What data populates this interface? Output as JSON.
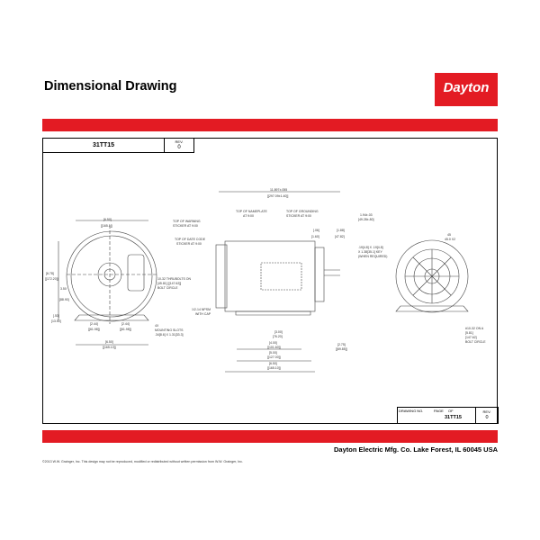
{
  "header": {
    "title": "Dimensional Drawing",
    "logo": "Dayton"
  },
  "title_block": {
    "model": "31TT15",
    "rev_label": "REV.",
    "rev_value": "0"
  },
  "bottom_block": {
    "drawing_no_label": "DRAWING NO.",
    "page_label": "PAGE",
    "of_label": "OF",
    "model": "31TT15",
    "rev_label": "REV.",
    "rev_value": "0"
  },
  "footer": {
    "company": "Dayton Electric Mfg. Co.  Lake Forest, IL  60045  USA",
    "copyright": "©2013 W.W. Grainger, Inc.   This design may not be reproduced, modified or redistributed without written permission from W.W. Grainger, Inc."
  },
  "drawing": {
    "front": {
      "width": "[6.50]",
      "width_mm": "[[165.1]]",
      "height": "[6.78]",
      "height_mm": "[[172.20]]",
      "shaft": "3.50",
      "shaft_mm": "[88.90]",
      "base": "[.53]",
      "base_mm": "[13.50]",
      "half1": "[2.44]",
      "half1_mm": "[[61.98]]",
      "half2": "[2.44]",
      "half2_mm": "[[61.98]]",
      "foot": "[6.50]",
      "foot_mm": "[[165.10]]",
      "bolt_note1": "10-32 THRUBOLTS ON",
      "bolt_note2": "[45.81] [[147.62]]",
      "bolt_note3": "BOLT CIRCLE",
      "slot1": "4X",
      "slot2": "MOUNTING SLOTS",
      "slot3": ".34[8.6] X 1.31[33.3]"
    },
    "side": {
      "length": "11.897±.055",
      "length_mm": "[[297.09±1.40]]",
      "nameplate1": "TOP OF NAMEPLATE",
      "nameplate2": "AT 9:00",
      "ground1": "TOP OF GROUNDING",
      "ground2": "STICKER AT 9:00",
      "warn1": "TOP OF WARNING",
      "warn2": "STICKER AT 9:00",
      "date1": "TOP OF DATE CODE",
      "date2": "STICKER AT 9:00",
      "d1": "[.06]",
      "d1_mm": "[1.60]",
      "d2": "[1.88]",
      "d2_mm": "[47.82]",
      "shaft_len": "1.94±.03",
      "shaft_len_mm": "[49.28±.80]",
      "key1": ".19[4.8] X .19[4.8]",
      "key2": "X 1.38[35.1] KEY",
      "key3": "(WHEN REQUIRED)",
      "npt1": "1/2-14 NPSM",
      "npt2": "WITH CAP",
      "dim3": "[3.00]",
      "dim3_mm": "[76.20]",
      "dim4": "[4.00]",
      "dim4_mm": "[[101.60]]",
      "dim5": "[5.00]",
      "dim5_mm": "[[127.00]]",
      "dim65": "[6.50]",
      "dim65_mm": "[[165.10]]",
      "dim275": "[2.75]",
      "dim275_mm": "[[69.85]]"
    },
    "end": {
      "angle": "45",
      "angle2": "45.0 X2",
      "bolt1": "#10-32 ON A",
      "bolt2": "[5.81]",
      "bolt3": "[147.62]",
      "bolt4": "BOLT CIRCLE"
    }
  }
}
